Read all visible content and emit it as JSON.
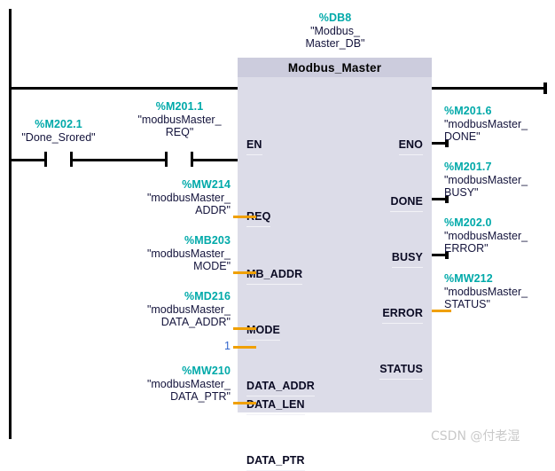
{
  "block": {
    "db_address": "%DB8",
    "db_symbol_line1": "\"Modbus_",
    "db_symbol_line2": "Master_DB\"",
    "title": "Modbus_Master",
    "inputs": [
      {
        "name": "EN"
      },
      {
        "name": "REQ"
      },
      {
        "name": "MB_ADDR"
      },
      {
        "name": "MODE"
      },
      {
        "name": "DATA_ADDR"
      },
      {
        "name": "DATA_LEN"
      },
      {
        "name": "DATA_PTR"
      }
    ],
    "outputs": [
      {
        "name": "ENO"
      },
      {
        "name": "DONE"
      },
      {
        "name": "BUSY"
      },
      {
        "name": "ERROR"
      },
      {
        "name": "STATUS"
      }
    ]
  },
  "rung_contacts": [
    {
      "address": "%M202.1",
      "symbol_line1": "\"Done_Srored\"",
      "symbol_line2": "",
      "type": "normally-open-contact"
    },
    {
      "address": "%M201.1",
      "symbol_line1": "\"modbusMaster_",
      "symbol_line2": "REQ\"",
      "type": "normally-open-contact"
    }
  ],
  "input_operands": [
    {
      "pin": "MB_ADDR",
      "address": "%MW214",
      "symbol_line1": "\"modbusMaster_",
      "symbol_line2": "ADDR\""
    },
    {
      "pin": "MODE",
      "address": "%MB203",
      "symbol_line1": "\"modbusMaster_",
      "symbol_line2": "MODE\""
    },
    {
      "pin": "DATA_ADDR",
      "address": "%MD216",
      "symbol_line1": "\"modbusMaster_",
      "symbol_line2": "DATA_ADDR\""
    },
    {
      "pin": "DATA_LEN",
      "literal": "1"
    },
    {
      "pin": "DATA_PTR",
      "address": "%MW210",
      "symbol_line1": "\"modbusMaster_",
      "symbol_line2": "DATA_PTR\""
    }
  ],
  "output_operands": [
    {
      "pin": "DONE",
      "address": "%M201.6",
      "symbol_line1": "\"modbusMaster_",
      "symbol_line2": "DONE\""
    },
    {
      "pin": "BUSY",
      "address": "%M201.7",
      "symbol_line1": "\"modbusMaster_",
      "symbol_line2": "BUSY\""
    },
    {
      "pin": "ERROR",
      "address": "%M202.0",
      "symbol_line1": "\"modbusMaster_",
      "symbol_line2": "ERROR\""
    },
    {
      "pin": "STATUS",
      "address": "%MW212",
      "symbol_line1": "\"modbusMaster_",
      "symbol_line2": "STATUS\""
    }
  ],
  "watermark": {
    "text": "CSDN @付老湿"
  },
  "colors": {
    "address_teal": "#00a9a9",
    "symbol_navy": "#14143c",
    "literal_blue": "#3366cc",
    "wire_black": "#000000",
    "connector_orange": "#f0a000",
    "block_body": "#dcdce8",
    "block_title": "#ccccdd"
  }
}
